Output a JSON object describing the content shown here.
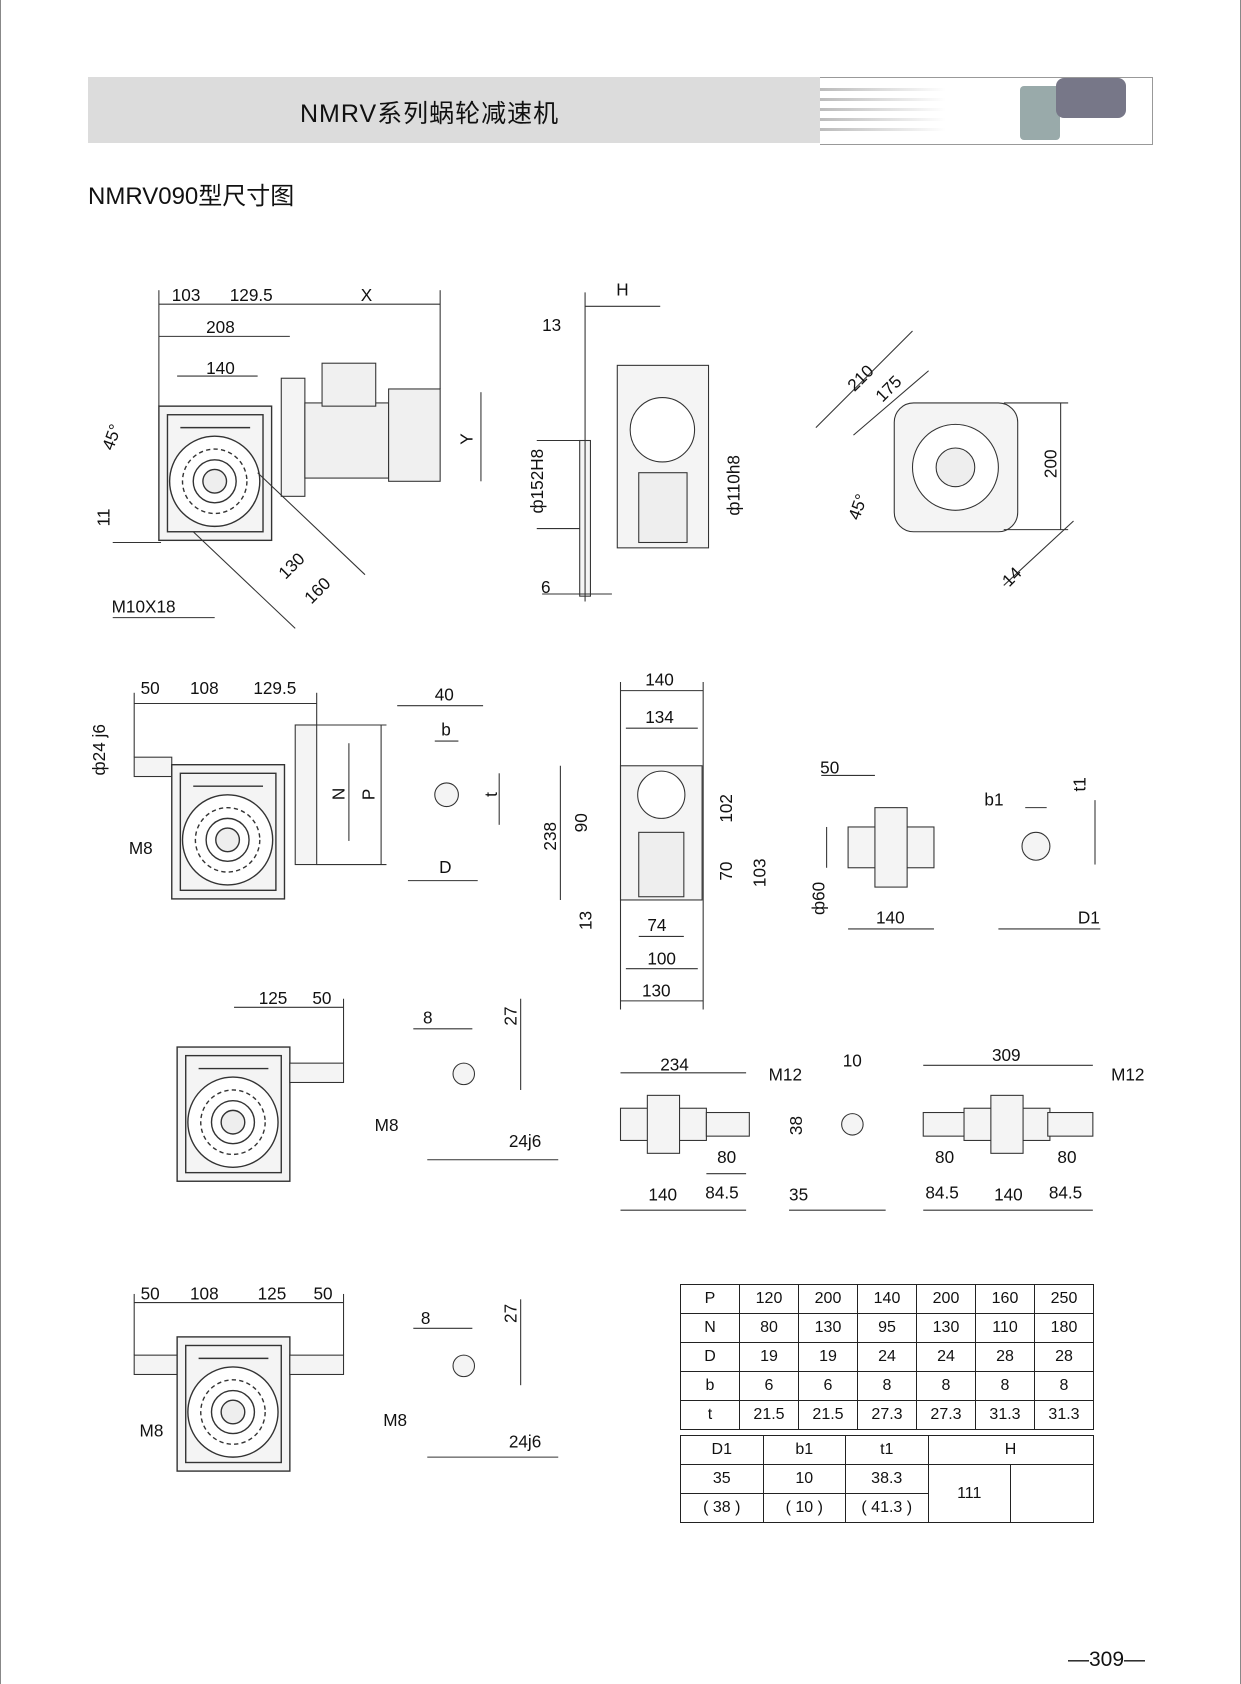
{
  "header": {
    "title": "NMRV系列蜗轮减速机"
  },
  "subtitle": "NMRV090型尺寸图",
  "page_number": "—309—",
  "views": {
    "side_motor": {
      "d103": "103",
      "d129_5": "129.5",
      "X": "X",
      "d208": "208",
      "d140": "140",
      "angle": "45°",
      "Y": "Y",
      "d11": "11",
      "d130": "130",
      "d160": "160",
      "thread": "M10X18"
    },
    "front_motor": {
      "H": "H",
      "d13": "13",
      "phi152": "ф152H8",
      "phi110": "ф110h8",
      "d6": "6"
    },
    "flange": {
      "d210": "210",
      "d175": "175",
      "d200": "200",
      "angle": "45°",
      "d14": "14"
    },
    "input_shaft": {
      "d50": "50",
      "d108": "108",
      "d129_5": "129.5",
      "phi24": "ф24 j6",
      "N": "N",
      "P": "P",
      "thread": "M8"
    },
    "key_input": {
      "d40": "40",
      "b": "b",
      "t": "t",
      "D": "D"
    },
    "front_body": {
      "d140": "140",
      "d134": "134",
      "d238": "238",
      "d90": "90",
      "d102": "102",
      "d70": "70",
      "d103": "103",
      "d13": "13",
      "d74": "74",
      "d100": "100",
      "d130": "130"
    },
    "hollow_shaft": {
      "d50": "50",
      "phi60": "ф60",
      "d140": "140"
    },
    "key_hollow": {
      "b1": "b1",
      "t1": "t1",
      "D1": "D1"
    },
    "worm_ext": {
      "d125": "125",
      "d50": "50",
      "thread": "M8"
    },
    "key_worm": {
      "d8": "8",
      "d27": "27",
      "j6": "24j6"
    },
    "single_out": {
      "d234": "234",
      "thread": "M12",
      "d80": "80",
      "d140": "140",
      "d84_5": "84.5"
    },
    "key_out": {
      "d10": "10",
      "d38": "38",
      "d35": "35"
    },
    "double_out": {
      "d309": "309",
      "thread": "M12",
      "d80a": "80",
      "d80b": "80",
      "d84_5a": "84.5",
      "d140": "140",
      "d84_5b": "84.5"
    },
    "double_worm": {
      "d50a": "50",
      "d108": "108",
      "d125": "125",
      "d50b": "50",
      "thread_l": "M8",
      "thread_r": "M8"
    },
    "key_worm2": {
      "d8": "8",
      "d27": "27",
      "j6": "24j6"
    }
  },
  "table": {
    "rows": [
      {
        "label": "P",
        "values": [
          "120",
          "200",
          "140",
          "200",
          "160",
          "250"
        ]
      },
      {
        "label": "N",
        "values": [
          "80",
          "130",
          "95",
          "130",
          "110",
          "180"
        ]
      },
      {
        "label": "D",
        "values": [
          "19",
          "19",
          "24",
          "24",
          "28",
          "28"
        ]
      },
      {
        "label": "b",
        "values": [
          "6",
          "6",
          "8",
          "8",
          "8",
          "8"
        ]
      },
      {
        "label": "t",
        "values": [
          "21.5",
          "21.5",
          "27.3",
          "27.3",
          "31.3",
          "31.3"
        ]
      }
    ],
    "lower_headers": [
      "D1",
      "b1",
      "t1",
      "H"
    ],
    "lower_row1": [
      "35",
      "10",
      "38.3"
    ],
    "lower_row2": [
      "( 38 )",
      "( 10 )",
      "( 41.3 )"
    ],
    "H_value": "111"
  }
}
